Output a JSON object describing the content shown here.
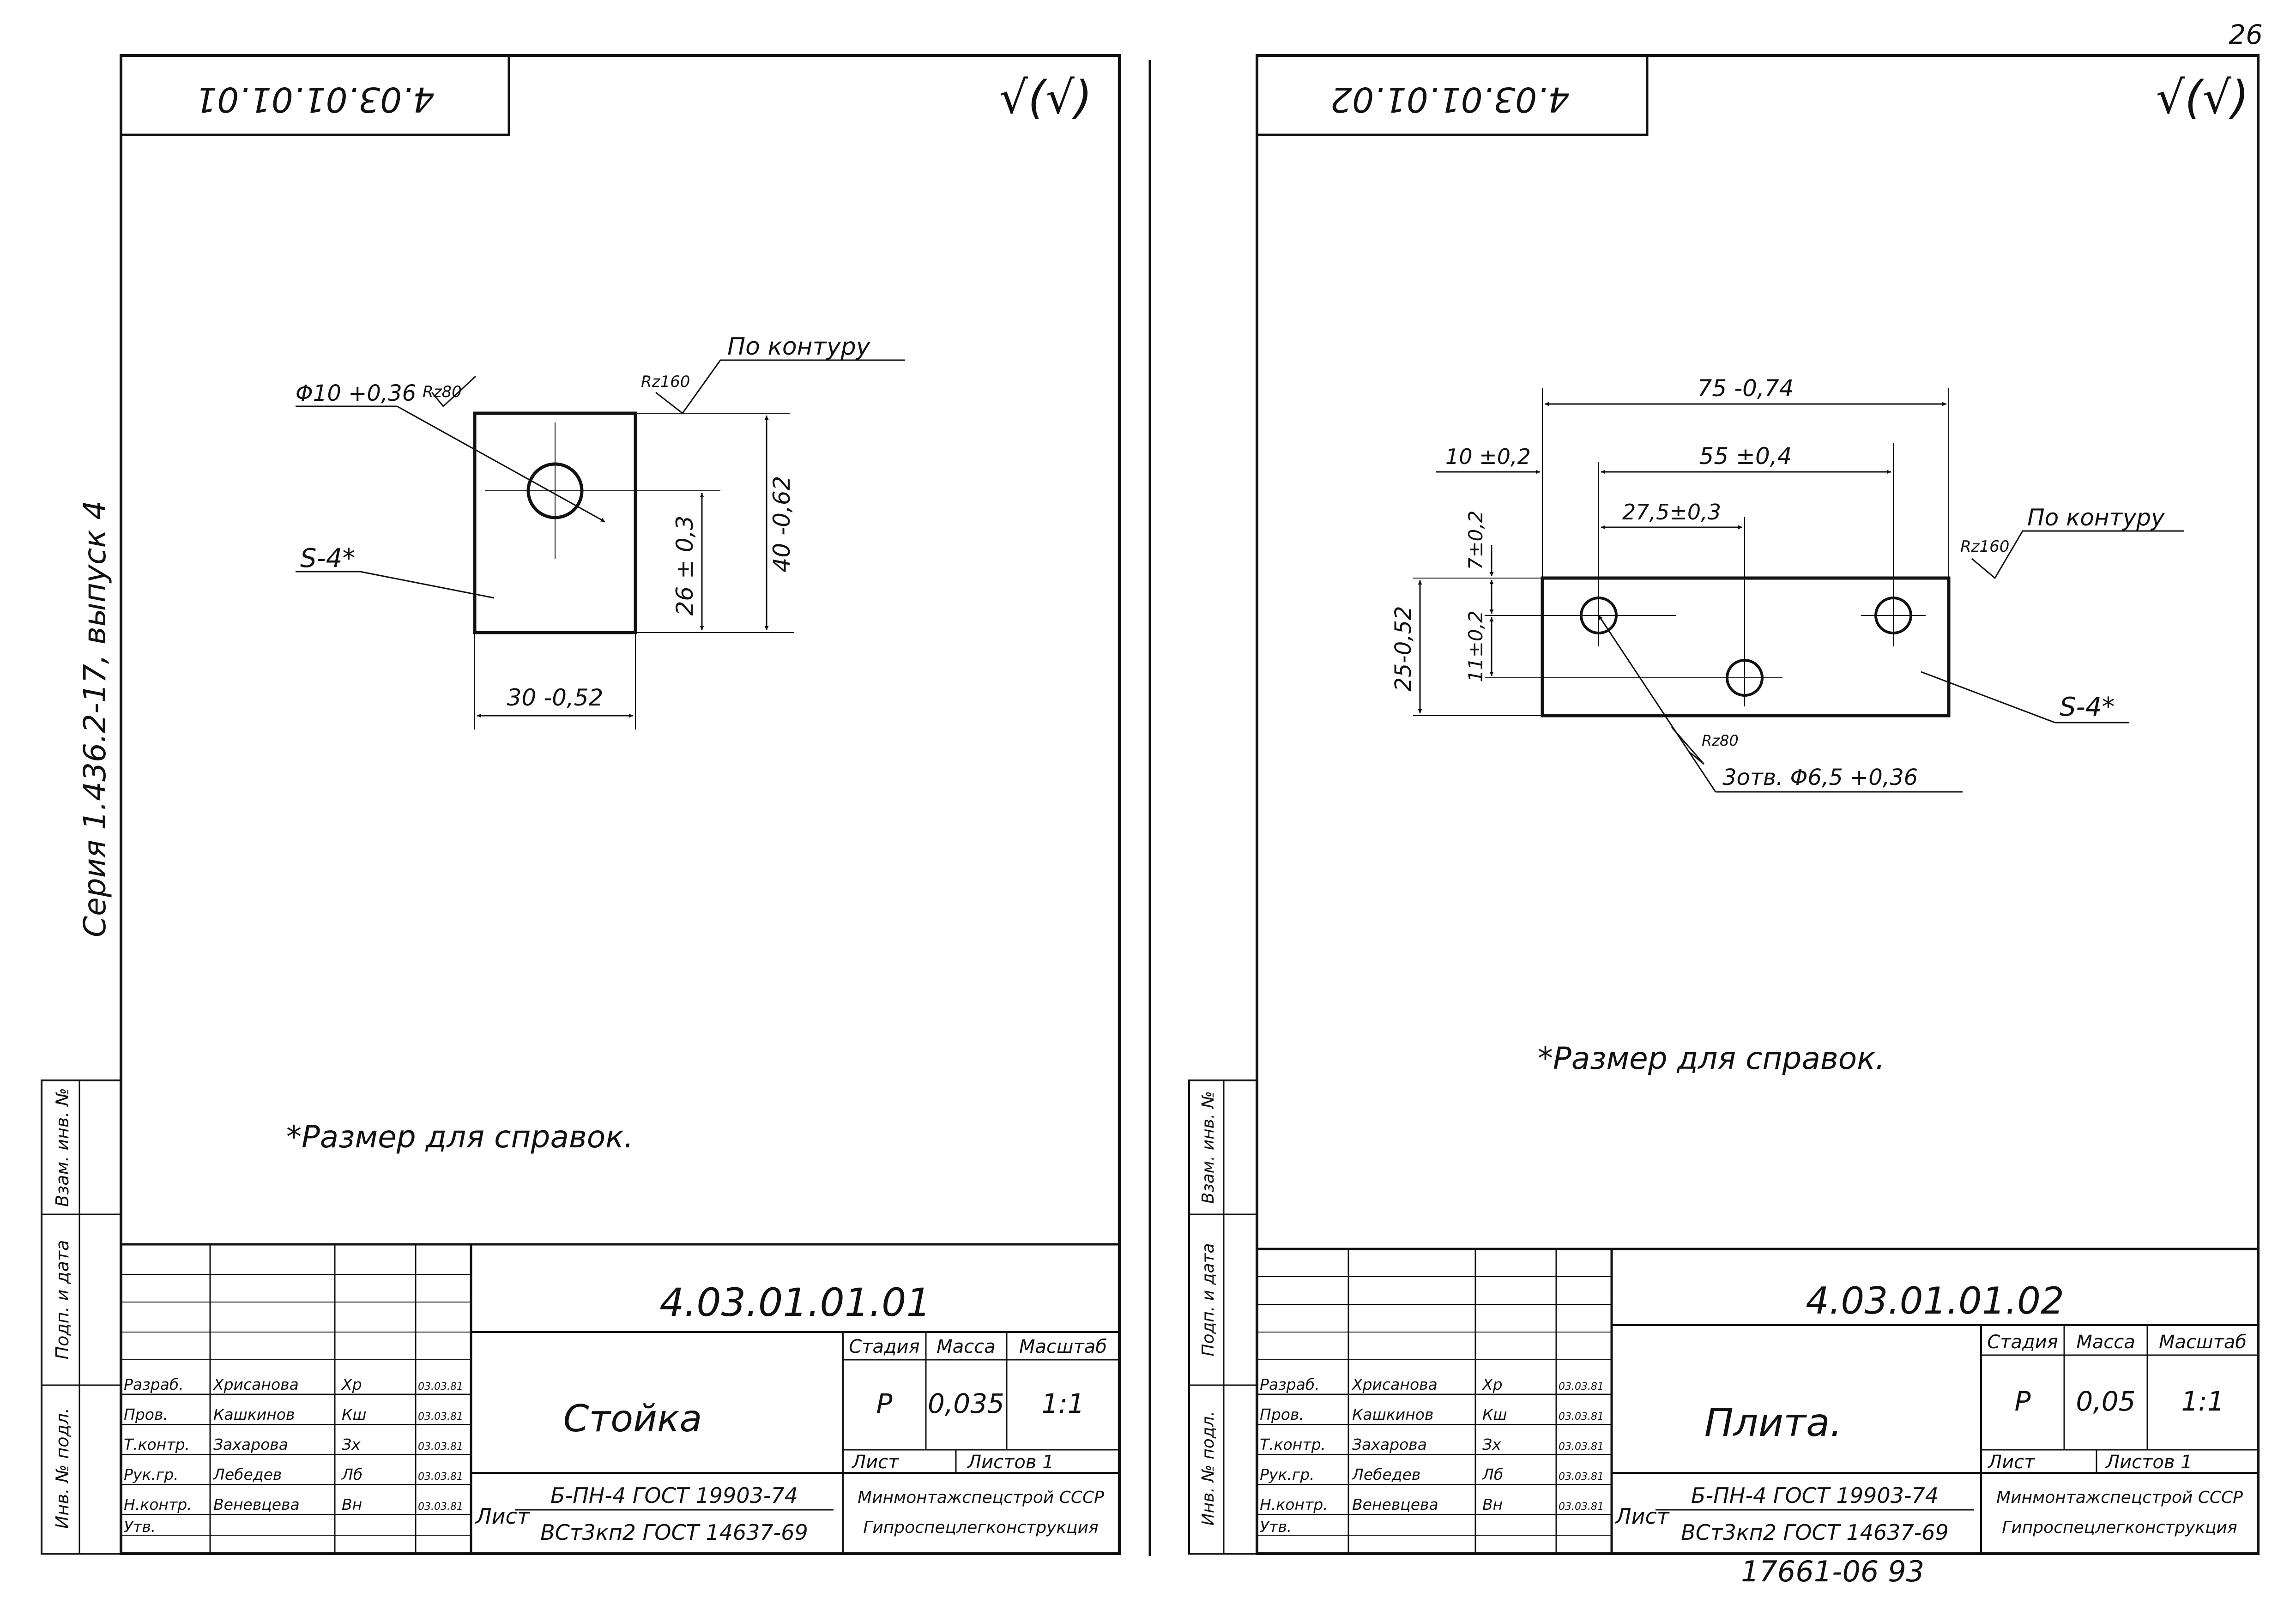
{
  "page": {
    "corner_number": "26",
    "archive_number": "17661-06 93"
  },
  "series_text": "Серия 1.436.2-17, выпуск 4",
  "sheets": [
    {
      "stamp_code": "4.03.01.01.01",
      "roughness_symbol": "√(√)",
      "dims": {
        "hole": "Φ10 +0,36",
        "hole_roughness": "Rz80",
        "contour_roughness": "Rz160",
        "contour_label": "По контуру",
        "thickness": "S-4*",
        "height": "40 -0,62",
        "hole_height": "26 ± 0,3",
        "width": "30 -0,52"
      },
      "note": "*Размер для справок.",
      "title_block": {
        "doc_code": "4.03.01.01.01",
        "name": "Стойка",
        "stage_label": "Стадия",
        "mass_label": "Масса",
        "scale_label": "Масштаб",
        "stage": "Р",
        "mass": "0,035",
        "scale": "1:1",
        "sheet_label": "Лист",
        "sheets_label": "Листов 1",
        "material_label": "Лист",
        "material_1": "Б-ПН-4 ГОСТ 19903-74",
        "material_2": "ВСт3кп2 ГОСТ 14637-69",
        "org_1": "Минмонтажспецстрой СССР",
        "org_2": "Гипроспецлегконструкция",
        "people": [
          {
            "role": "Разраб.",
            "name": "Хрисанова",
            "sign": "Хр",
            "date": "03.03.81"
          },
          {
            "role": "Пров.",
            "name": "Кашкинов",
            "sign": "Кш",
            "date": "03.03.81"
          },
          {
            "role": "Т.контр.",
            "name": "Захарова",
            "sign": "Зх",
            "date": "03.03.81"
          },
          {
            "role": "Рук.гр.",
            "name": "Лебедев",
            "sign": "Лб",
            "date": "03.03.81"
          },
          {
            "role": "Н.контр.",
            "name": "Веневцева",
            "sign": "Вн",
            "date": "03.03.81"
          },
          {
            "role": "Утв.",
            "name": "",
            "sign": "",
            "date": ""
          }
        ]
      }
    },
    {
      "stamp_code": "4.03.01.01.02",
      "roughness_symbol": "√(√)",
      "dims": {
        "overall": "75 -0,74",
        "spacing_big": "55 ±0,4",
        "spacing_small": "27,5±0,3",
        "offset": "10 ±0,2",
        "top": "7±0,2",
        "middle": "11±0,2",
        "height": "25-0,52",
        "contour_roughness": "Rz160",
        "contour_label": "По контуру",
        "thickness": "S-4*",
        "hole_roughness": "Rz80",
        "holes": "3отв. Φ6,5 +0,36"
      },
      "note": "*Размер для справок.",
      "title_block": {
        "doc_code": "4.03.01.01.02",
        "name": "Плита.",
        "stage_label": "Стадия",
        "mass_label": "Масса",
        "scale_label": "Масштаб",
        "stage": "Р",
        "mass": "0,05",
        "scale": "1:1",
        "sheet_label": "Лист",
        "sheets_label": "Листов 1",
        "material_label": "Лист",
        "material_1": "Б-ПН-4 ГОСТ 19903-74",
        "material_2": "ВСт3кп2 ГОСТ 14637-69",
        "org_1": "Минмонтажспецстрой СССР",
        "org_2": "Гипроспецлегконструкция",
        "people": [
          {
            "role": "Разраб.",
            "name": "Хрисанова",
            "sign": "Хр",
            "date": "03.03.81"
          },
          {
            "role": "Пров.",
            "name": "Кашкинов",
            "sign": "Кш",
            "date": "03.03.81"
          },
          {
            "role": "Т.контр.",
            "name": "Захарова",
            "sign": "Зх",
            "date": "03.03.81"
          },
          {
            "role": "Рук.гр.",
            "name": "Лебедев",
            "sign": "Лб",
            "date": "03.03.81"
          },
          {
            "role": "Н.контр.",
            "name": "Веневцева",
            "sign": "Вн",
            "date": "03.03.81"
          },
          {
            "role": "Утв.",
            "name": "",
            "sign": "",
            "date": ""
          }
        ]
      }
    }
  ],
  "side_labels": [
    "Инв. № подл.",
    "Подп. и дата",
    "Взам. инв. №"
  ]
}
